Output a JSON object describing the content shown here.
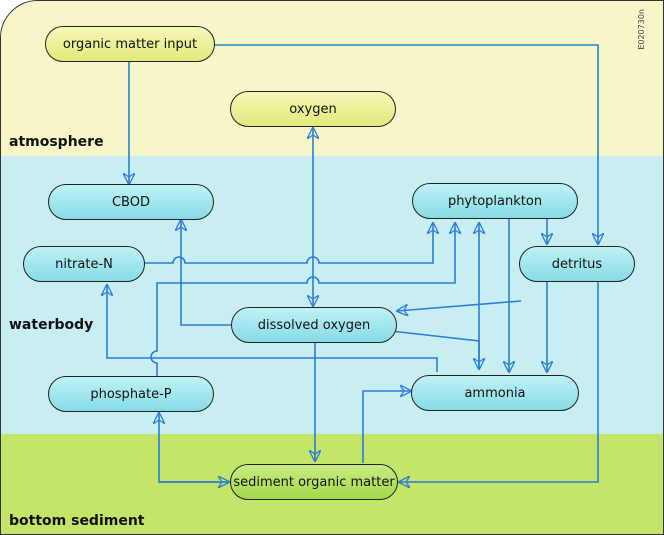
{
  "zones": {
    "atmosphere": "atmosphere",
    "waterbody": "waterbody",
    "sediment": "bottom sediment"
  },
  "figure_code": "E020730n",
  "nodes": {
    "organic_input": "organic matter input",
    "oxygen": "oxygen",
    "cbod": "CBOD",
    "phytoplankton": "phytoplankton",
    "nitrate": "nitrate-N",
    "detritus": "detritus",
    "dissolved_oxygen": "dissolved oxygen",
    "phosphate": "phosphate-P",
    "ammonia": "ammonia",
    "sediment_om": "sediment organic matter"
  },
  "colors": {
    "arrow": "#2a7fd4",
    "atmosphere_bg": "#f6f6c9",
    "water_bg": "#c8eef2",
    "sediment_bg": "#c4e46a"
  }
}
